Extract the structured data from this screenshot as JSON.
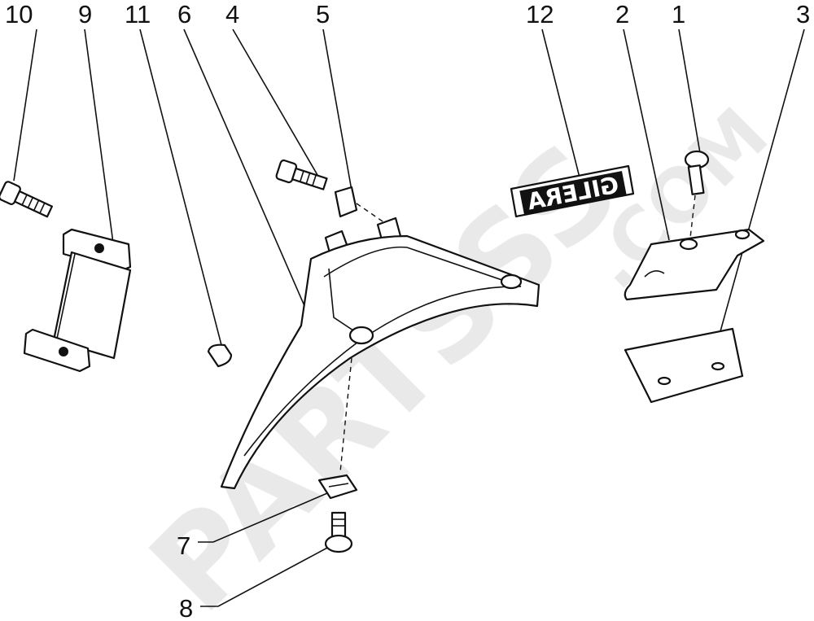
{
  "diagram": {
    "callouts": [
      "10",
      "9",
      "11",
      "6",
      "4",
      "5",
      "12",
      "2",
      "1",
      "3",
      "7",
      "8"
    ],
    "emblem_text": "GILERA",
    "watermark": "partsss.com"
  },
  "colors": {
    "line": "#111111",
    "watermark": "#e6e6e6",
    "background": "#ffffff"
  }
}
